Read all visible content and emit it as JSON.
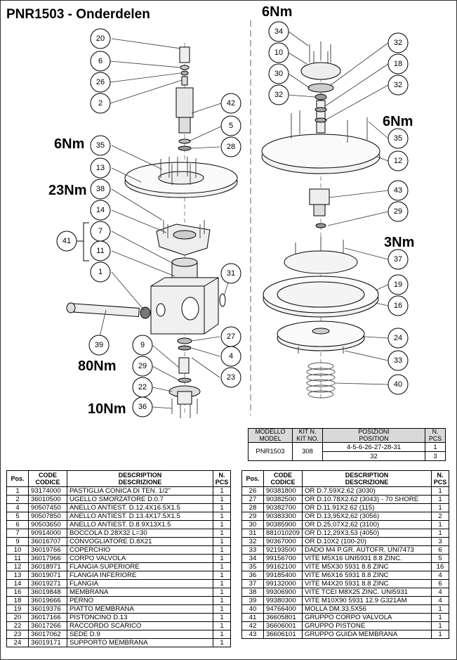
{
  "title": "PNR1503 - Onderdelen",
  "torques": {
    "t1": "6Nm",
    "t2": "6Nm",
    "t3": "23Nm",
    "t4": "6Nm",
    "t5": "3Nm",
    "t6": "80Nm",
    "t7": "10Nm"
  },
  "callouts": [
    "20",
    "6",
    "26",
    "2",
    "42",
    "5",
    "28",
    "35",
    "13",
    "38",
    "14",
    "41",
    "7",
    "11",
    "1",
    "31",
    "39",
    "9",
    "29",
    "22",
    "36",
    "27",
    "4",
    "23",
    "34",
    "10",
    "30",
    "32",
    "32",
    "18",
    "32",
    "35",
    "12",
    "43",
    "29",
    "37",
    "19",
    "16",
    "24",
    "33",
    "40"
  ],
  "kit_table": {
    "h_model": "MODELLO",
    "h_model2": "MODEL",
    "h_kit": "KIT N.",
    "h_kit2": "KIT NO.",
    "h_pos": "POSIZIONI",
    "h_pos2": "POSITION",
    "h_n": "N.",
    "h_n2": "PCS",
    "model": "PNR1503",
    "kit": "308",
    "rows": [
      {
        "pos": "4-5-6-26-27-28-31",
        "n": "1"
      },
      {
        "pos": "32",
        "n": "3"
      }
    ]
  },
  "parts_header": {
    "pos": "Pos.",
    "code": "CODE",
    "code2": "CODICE",
    "desc": "DESCRIPTION",
    "desc2": "DESCRIZIONE",
    "n": "N.",
    "n2": "PCS"
  },
  "parts_left": [
    {
      "pos": "1",
      "code": "93174000",
      "desc": "PASTIGLIA CONICA DI TEN. 1/2\"",
      "n": "1"
    },
    {
      "pos": "2",
      "code": "36010500",
      "desc": "UGELLO SMORZATORE D.0.7",
      "n": "1"
    },
    {
      "pos": "4",
      "code": "90507450",
      "desc": "ANELLO ANTIEST. D.12.4X16.5X1.5",
      "n": "1"
    },
    {
      "pos": "5",
      "code": "90507850",
      "desc": "ANELLO ANTIEST. D.13.4X17.5X1.5",
      "n": "1"
    },
    {
      "pos": "6",
      "code": "90503650",
      "desc": "ANELLO ANTIEST. D.8.9X13X1.5",
      "n": "1"
    },
    {
      "pos": "7",
      "code": "90914000",
      "desc": "BOCCOLA D.28X32 L=30",
      "n": "1"
    },
    {
      "pos": "9",
      "code": "36016707",
      "desc": "CONVOGLIATORE D.8X21",
      "n": "1"
    },
    {
      "pos": "10",
      "code": "36019766",
      "desc": "COPERCHIO",
      "n": "1"
    },
    {
      "pos": "11",
      "code": "36017966",
      "desc": "CORPO VALVOLA",
      "n": "1"
    },
    {
      "pos": "12",
      "code": "36018971",
      "desc": "FLANGIA SUPERIORE",
      "n": "1"
    },
    {
      "pos": "13",
      "code": "36019071",
      "desc": "FLANGIA INFERIORE",
      "n": "1"
    },
    {
      "pos": "14",
      "code": "36019271",
      "desc": "FLANGIA",
      "n": "1"
    },
    {
      "pos": "16",
      "code": "36019848",
      "desc": "MEMBRANA",
      "n": "1"
    },
    {
      "pos": "18",
      "code": "36019666",
      "desc": "PERNO",
      "n": "1"
    },
    {
      "pos": "19",
      "code": "36019376",
      "desc": "PIATTO MEMBRANA",
      "n": "1"
    },
    {
      "pos": "20",
      "code": "36017166",
      "desc": "PISTONCINO D.13",
      "n": "1"
    },
    {
      "pos": "22",
      "code": "36017266",
      "desc": "RACCORDO SCARICO",
      "n": "1"
    },
    {
      "pos": "23",
      "code": "36017062",
      "desc": "SEDE D.9",
      "n": "1"
    },
    {
      "pos": "24",
      "code": "36019171",
      "desc": "SUPPORTO MEMBRANA",
      "n": "1"
    }
  ],
  "parts_right": [
    {
      "pos": "26",
      "code": "90381800",
      "desc": "OR D.7.59X2.62 (3030)",
      "n": "1"
    },
    {
      "pos": "27",
      "code": "90382500",
      "desc": "OR D.10.78X2.62 (3043) - 70 SHORE",
      "n": "1"
    },
    {
      "pos": "28",
      "code": "90382700",
      "desc": "OR D.11.91X2.62 (115)",
      "n": "1"
    },
    {
      "pos": "29",
      "code": "90383300",
      "desc": "OR D.13,95X2,62 (3056)",
      "n": "2"
    },
    {
      "pos": "30",
      "code": "90385900",
      "desc": "OR D.25,07X2,62 (3100)",
      "n": "1"
    },
    {
      "pos": "31",
      "code": "881010209",
      "desc": "OR D.12,29X3,53 (4050)",
      "n": "1"
    },
    {
      "pos": "32",
      "code": "90367000",
      "desc": "OR D.10X2 (100-20)",
      "n": "3"
    },
    {
      "pos": "33",
      "code": "92193500",
      "desc": "DADO M4 P.GR. AUTOFR. UNI7473",
      "n": "6"
    },
    {
      "pos": "34",
      "code": "99156700",
      "desc": "VITE M5X16 UNI5931 8.8 ZINC.",
      "n": "5"
    },
    {
      "pos": "35",
      "code": "99162100",
      "desc": "VITE M5X30 5931 8.8 ZINC",
      "n": "16"
    },
    {
      "pos": "36",
      "code": "99185400",
      "desc": "VITE M6X16 5931 8.8 ZINC",
      "n": "4"
    },
    {
      "pos": "37",
      "code": "99132000",
      "desc": "VITE M4X20 5931 8.8 ZINC",
      "n": "6"
    },
    {
      "pos": "38",
      "code": "99306900",
      "desc": "VITE TCEI M8X25 ZINC. UNI5931",
      "n": "4"
    },
    {
      "pos": "39",
      "code": "99380300",
      "desc": "VITE M10X90 5931 12.9 G321AM",
      "n": "4"
    },
    {
      "pos": "40",
      "code": "94766400",
      "desc": "MOLLA DM.33,5X56",
      "n": "1"
    },
    {
      "pos": "41",
      "code": "36605801",
      "desc": "GRUPPO CORPO VALVOLA",
      "n": "1"
    },
    {
      "pos": "42",
      "code": "36606001",
      "desc": "GRUPPO PISTONE",
      "n": "1"
    },
    {
      "pos": "43",
      "code": "36606101",
      "desc": "GRUPPO GUIDA MEMBRANA",
      "n": "1"
    }
  ]
}
